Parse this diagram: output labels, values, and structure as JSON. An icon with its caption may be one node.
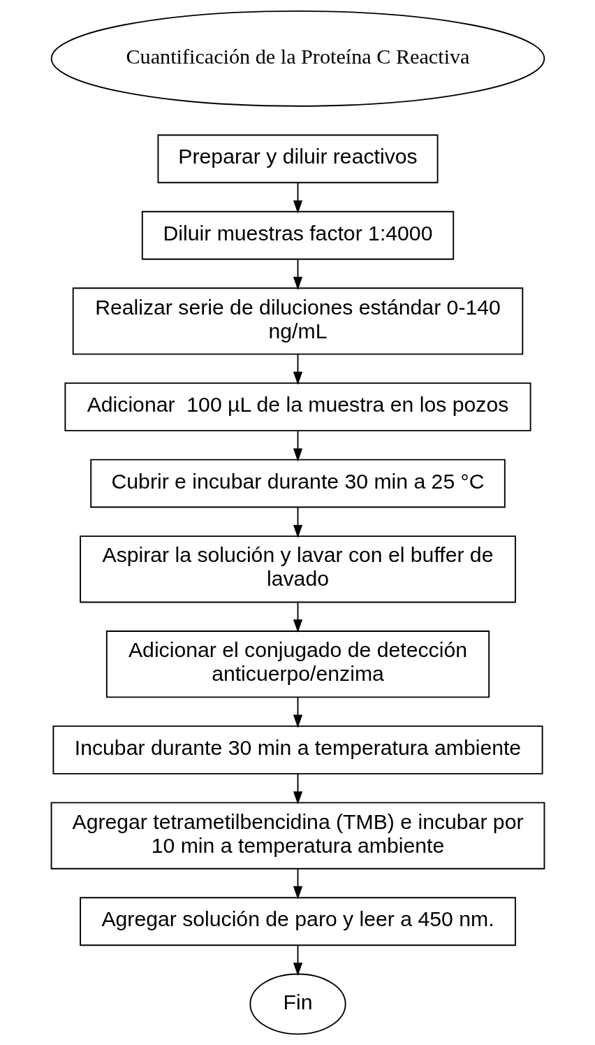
{
  "diagram": {
    "nodes": [
      {
        "text": [
          "Cuantificación de la Proteína C Reactiva"
        ]
      },
      {
        "text": [
          "Preparar y diluir reactivos"
        ]
      },
      {
        "text": [
          "Diluir muestras factor 1:4000"
        ]
      },
      {
        "text": [
          "Realizar serie de diluciones estándar 0-140 ng/mL"
        ]
      },
      {
        "text": [
          "Adicionar  100 µL de la muestra en los pozos"
        ]
      },
      {
        "text": [
          "Cubrir e incubar durante 30 min a 25 °C"
        ]
      },
      {
        "text": [
          "Aspirar la solución y lavar con el buffer de lavado"
        ]
      },
      {
        "text": [
          "Adicionar el conjugado de detección anticuerpo/enzima"
        ]
      },
      {
        "text": [
          "Incubar durante 30 min a temperatura ambiente"
        ]
      },
      {
        "text": [
          "Agregar tetrametilbencidina (TMB) e incubar por 10 min a temperatura ambiente"
        ]
      },
      {
        "text": [
          "Agregar solución de paro y leer a 450 nm."
        ]
      },
      {
        "text": [
          "Fin"
        ]
      }
    ],
    "edges": [
      {
        "from": 1,
        "to": 2,
        "arrow": "to"
      },
      {
        "from": 2,
        "to": 3,
        "arrow": "to"
      },
      {
        "from": 3,
        "to": 4,
        "arrow": "to"
      },
      {
        "from": 4,
        "to": 5,
        "arrow": "to"
      },
      {
        "from": 5,
        "to": 6,
        "arrow": "to"
      },
      {
        "from": 6,
        "to": 7,
        "arrow": "to"
      },
      {
        "from": 7,
        "to": 8,
        "arrow": "to"
      },
      {
        "from": 8,
        "to": 9,
        "arrow": "to"
      },
      {
        "from": 9,
        "to": 10,
        "arrow": "to"
      },
      {
        "from": 10,
        "to": 11,
        "arrow": "to"
      }
    ]
  }
}
